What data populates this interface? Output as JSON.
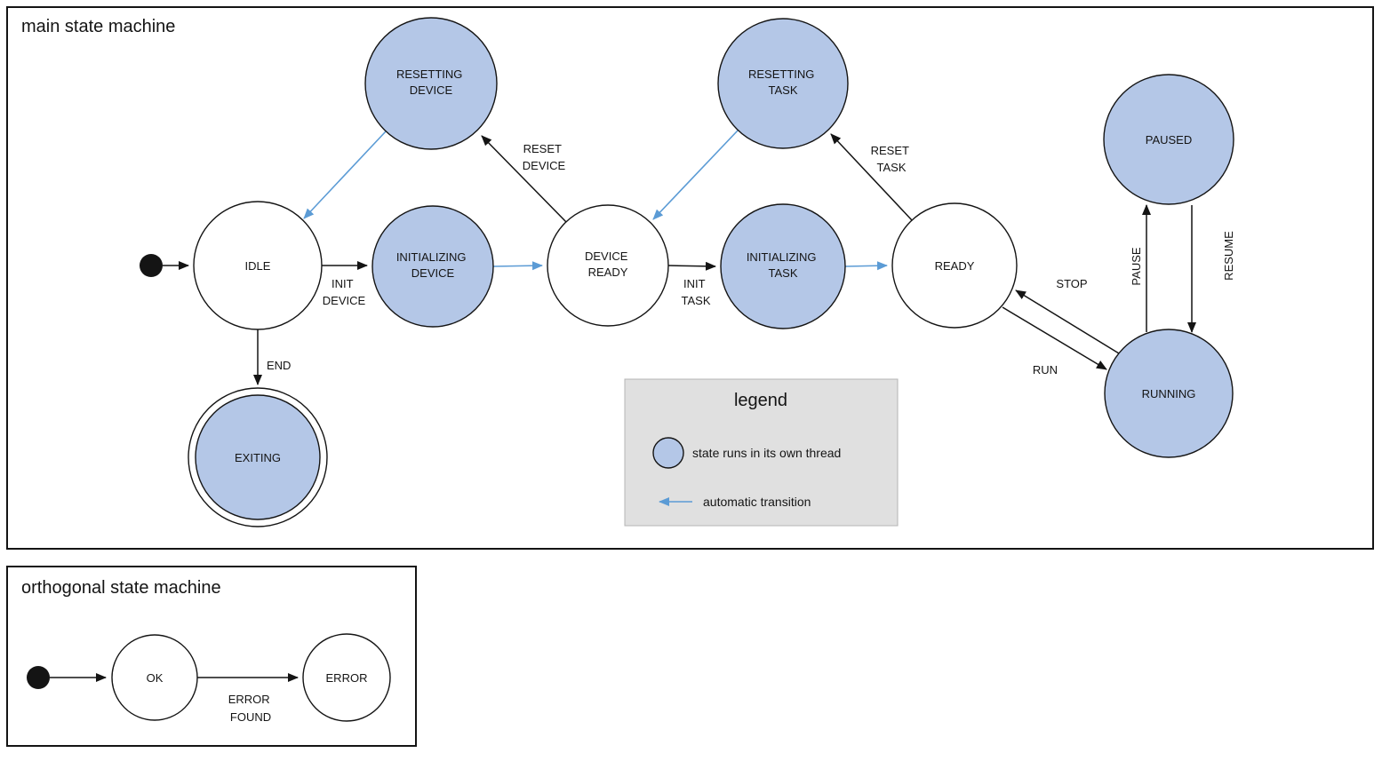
{
  "colors": {
    "thread_fill": "#b4c7e7",
    "auto_arrow": "#5b9bd5",
    "legend_bg": "#e0e0e0"
  },
  "main": {
    "title": "main state machine",
    "states": {
      "idle": {
        "label": "IDLE",
        "threaded": false
      },
      "initializing_device": {
        "lines": [
          "INITIALIZING",
          "DEVICE"
        ],
        "threaded": true
      },
      "device_ready": {
        "lines": [
          "DEVICE",
          "READY"
        ],
        "threaded": false
      },
      "initializing_task": {
        "lines": [
          "INITIALIZING",
          "TASK"
        ],
        "threaded": true
      },
      "ready": {
        "label": "READY",
        "threaded": false
      },
      "resetting_device": {
        "lines": [
          "RESETTING",
          "DEVICE"
        ],
        "threaded": true
      },
      "resetting_task": {
        "lines": [
          "RESETTING",
          "TASK"
        ],
        "threaded": true
      },
      "paused": {
        "label": "PAUSED",
        "threaded": true
      },
      "running": {
        "label": "RUNNING",
        "threaded": true
      },
      "exiting": {
        "label": "EXITING",
        "threaded": true,
        "final": true
      }
    },
    "transitions": {
      "init_device": {
        "lines": [
          "INIT",
          "DEVICE"
        ]
      },
      "reset_device": {
        "lines": [
          "RESET",
          "DEVICE"
        ]
      },
      "init_task": {
        "lines": [
          "INIT",
          "TASK"
        ]
      },
      "reset_task": {
        "lines": [
          "RESET",
          "TASK"
        ]
      },
      "stop": {
        "label": "STOP"
      },
      "run": {
        "label": "RUN"
      },
      "pause": {
        "label": "PAUSE"
      },
      "resume": {
        "label": "RESUME"
      },
      "end": {
        "label": "END"
      }
    }
  },
  "legend": {
    "title": "legend",
    "thread_item": "state runs in its own thread",
    "auto_item": "automatic transition"
  },
  "orthogonal": {
    "title": "orthogonal state machine",
    "states": {
      "ok": {
        "label": "OK"
      },
      "error": {
        "label": "ERROR"
      }
    },
    "transitions": {
      "error_found": {
        "lines": [
          "ERROR",
          "FOUND"
        ]
      }
    }
  }
}
